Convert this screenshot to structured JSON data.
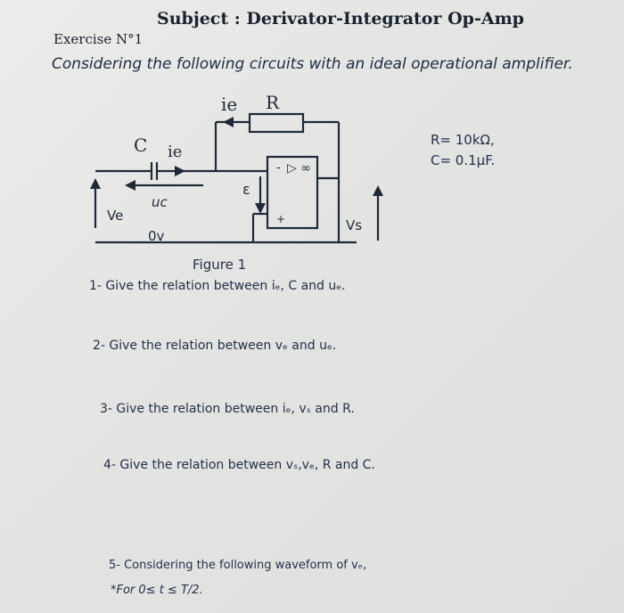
{
  "header": {
    "subject": "Subject : Derivator-Integrator Op-Amp",
    "exercise": "Exercise N°1",
    "intro": "Considering the following circuits with an ideal operational amplifier."
  },
  "figure": {
    "label_ie_top": "ie",
    "label_R": "R",
    "label_C": "C",
    "label_ie_left": "ie",
    "label_uc": "uc",
    "label_epsilon": "ε",
    "label_ve": "Ve",
    "label_0v": "0v",
    "label_vs": "Vs",
    "label_minus": "-",
    "label_plus": "+",
    "label_opamp": "▷ ∞",
    "caption": "Figure 1"
  },
  "params": {
    "r": "R= 10kΩ,",
    "c": "C= 0.1μF."
  },
  "questions": {
    "q1": "1- Give the relation between iₑ, C and uₑ.",
    "q2": "2- Give the relation between vₑ and uₑ.",
    "q3": "3- Give the relation between iₑ, vₛ and R.",
    "q4": "4- Give the relation between vₛ,vₑ, R and C.",
    "q5": "5- Considering the following waveform of vₑ,",
    "q6": "*For  0≤ t ≤ T/2."
  }
}
